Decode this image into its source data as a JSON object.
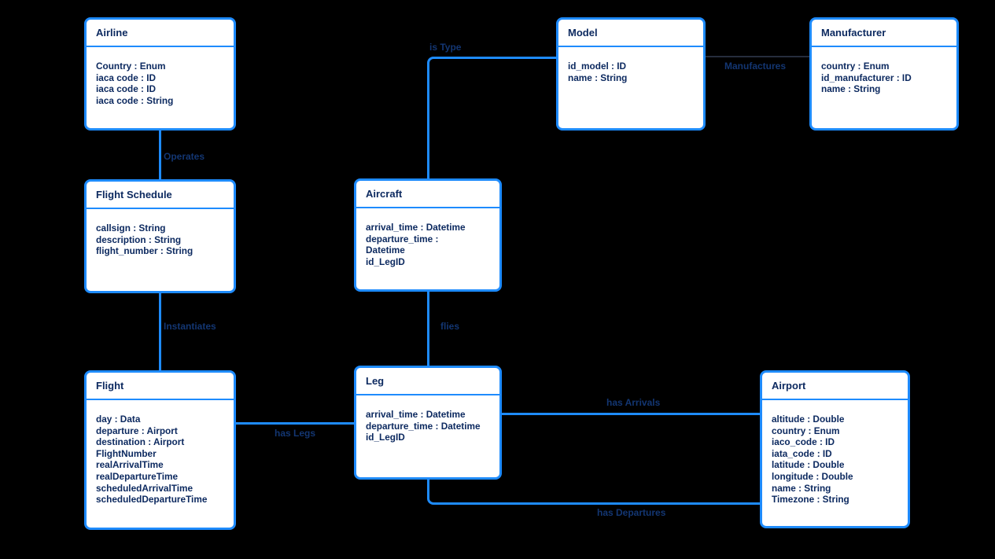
{
  "diagram": {
    "background_color": "#000000",
    "accent_color": "#1e8bfd",
    "entity_fill_color": "#ffffff",
    "entity_text_color": "#0d2a60",
    "edge_label_color": "#133672",
    "entities": [
      {
        "title": "Airline",
        "fields": [
          "Country : Enum",
          "iaca code : ID",
          "iaca code : ID",
          "iaca code : String"
        ]
      },
      {
        "title": "Model",
        "fields": [
          "id_model : ID",
          "name : String"
        ]
      },
      {
        "title": "Manufacturer",
        "fields": [
          "country : Enum",
          "id_manufacturer : ID",
          "name : String"
        ]
      },
      {
        "title": "Flight Schedule",
        "fields": [
          "callsign : String",
          "description : String",
          "flight_number : String"
        ]
      },
      {
        "title": "Aircraft",
        "fields": [
          "arrival_time : Datetime",
          "departure_time :",
          "Datetime",
          "id_LegID"
        ]
      },
      {
        "title": "Flight",
        "fields": [
          "day : Data",
          "departure : Airport",
          "destination : Airport",
          "FlightNumber",
          "realArrivalTime",
          "realDepartureTime",
          "scheduledArrivalTime",
          "scheduledDepartureTime"
        ]
      },
      {
        "title": "Leg",
        "fields": [
          "arrival_time : Datetime",
          "departure_time : Datetime",
          "id_LegID"
        ]
      },
      {
        "title": "Airport",
        "fields": [
          "altitude : Double",
          "country : Enum",
          "iaco_code : ID",
          "iata_code : ID",
          "latitude : Double",
          "longitude : Double",
          "name : String",
          "Timezone : String"
        ]
      }
    ],
    "relationships": [
      {
        "label": "is Type",
        "from": "Aircraft",
        "to": "Model"
      },
      {
        "label": "Manufactures",
        "from": "Model",
        "to": "Manufacturer"
      },
      {
        "label": "Operates",
        "from": "Airline",
        "to": "Flight Schedule"
      },
      {
        "label": "Instantiates",
        "from": "Flight Schedule",
        "to": "Flight"
      },
      {
        "label": "flies",
        "from": "Aircraft",
        "to": "Leg"
      },
      {
        "label": "has Legs",
        "from": "Flight",
        "to": "Leg"
      },
      {
        "label": "has Arrivals",
        "from": "Leg",
        "to": "Airport"
      },
      {
        "label": "has Departures",
        "from": "Leg",
        "to": "Airport"
      }
    ]
  }
}
